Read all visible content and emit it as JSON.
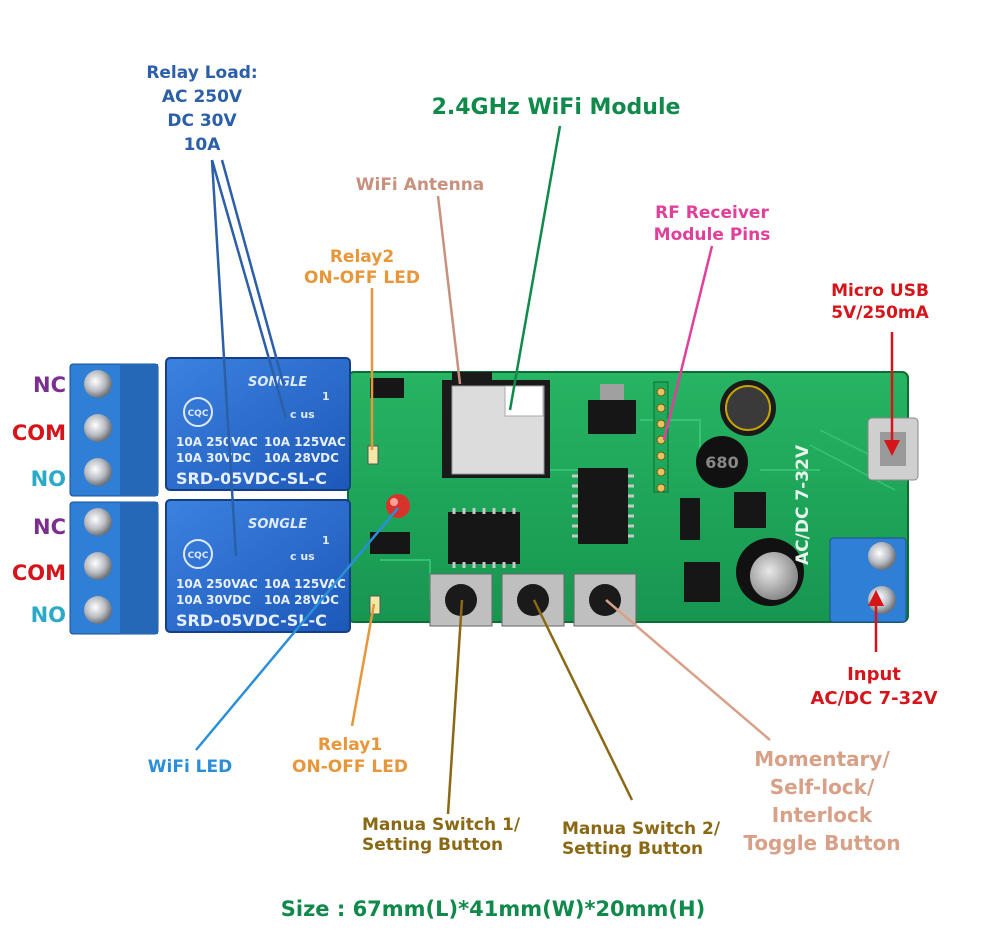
{
  "relay_load": {
    "line1": "Relay Load:",
    "line2": "AC 250V",
    "line3": "DC 30V",
    "line4": "10A",
    "color": "#2b5fa8"
  },
  "wifi_module": {
    "text": "2.4GHz WiFi Module",
    "color": "#0f8a4a"
  },
  "wifi_antenna": {
    "text": "WiFi Antenna",
    "color": "#c9907e"
  },
  "rf_receiver": {
    "line1": "RF Receiver",
    "line2": "Module Pins",
    "color": "#e0409a"
  },
  "relay2_led": {
    "line1": "Relay2",
    "line2": "ON-OFF LED",
    "color": "#e8963a"
  },
  "micro_usb": {
    "line1": "Micro USB",
    "line2": "5V/250mA",
    "color": "#d6151b"
  },
  "terminals": {
    "upper": [
      "NC",
      "COM",
      "NO"
    ],
    "lower": [
      "NC",
      "COM",
      "NO"
    ],
    "nc_color": "#7a2f8e",
    "com_color": "#d6151b",
    "no_color": "#2aa9c9"
  },
  "input": {
    "line1": "Input",
    "line2": "AC/DC 7-32V",
    "color": "#d6151b"
  },
  "wifi_led": {
    "text": "WiFi LED",
    "color": "#2b8fd8"
  },
  "relay1_led": {
    "line1": "Relay1",
    "line2": "ON-OFF LED",
    "color": "#e8963a"
  },
  "toggle_button": {
    "line1": "Momentary/",
    "line2": "Self-lock/",
    "line3": "Interlock",
    "line4": "Toggle Button",
    "color": "#d9a088"
  },
  "switch1": {
    "line1": "Manua Switch 1/",
    "line2": "Setting Button",
    "color": "#8b6914"
  },
  "switch2": {
    "line1": "Manua Switch 2/",
    "line2": "Setting Button",
    "color": "#8b6914"
  },
  "size": {
    "text": "Size : 67mm(L)*41mm(W)*20mm(H)",
    "color": "#0f8a4a"
  },
  "relay_marking": {
    "brand": "SONGLE",
    "cqc": "CQC",
    "ul": "c us",
    "ul_mark": "1",
    "rating_a1": "10A 250VAC",
    "rating_a2": "10A 125VAC",
    "rating_b1": "10A 30VDC",
    "rating_b2": "10A 28VDC",
    "model": "SRD-05VDC-SL-C"
  },
  "board_silk": {
    "voltage": "AC/DC 7-32V",
    "inductor": "680"
  },
  "colors": {
    "pcb": "#1fa85a",
    "pcb_dark": "#168a48",
    "relay_blue": "#2d6fd0",
    "terminal_blue": "#2f7fd6",
    "arrow_red": "#d6151b"
  }
}
